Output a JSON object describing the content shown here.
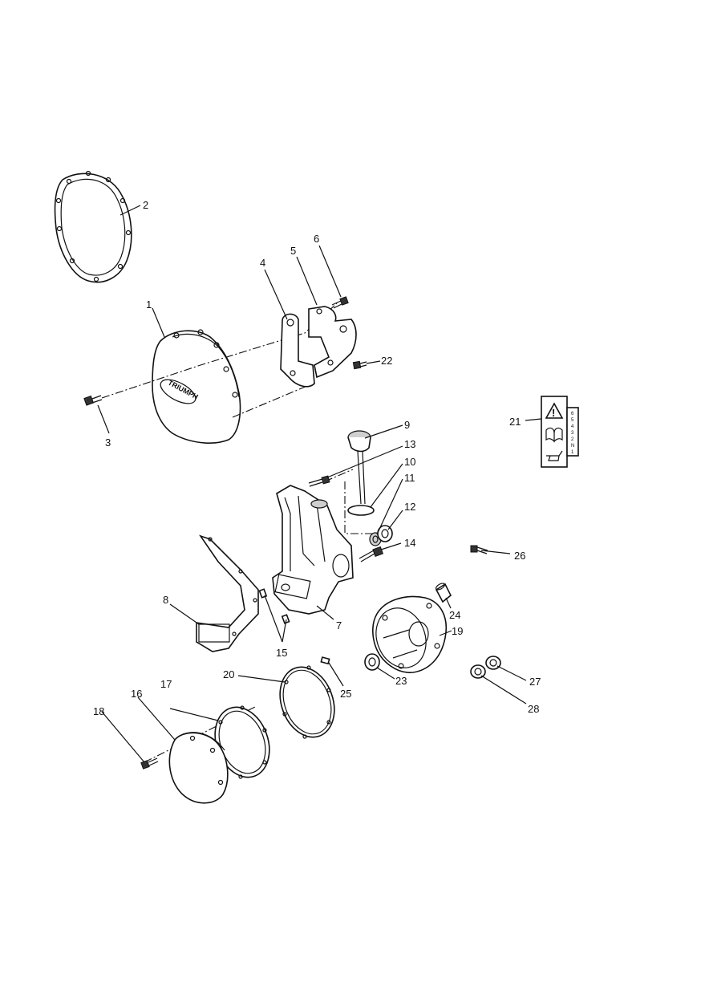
{
  "diagram": {
    "callouts": [
      "1",
      "2",
      "3",
      "4",
      "5",
      "6",
      "7",
      "8",
      "9",
      "10",
      "11",
      "12",
      "13",
      "14",
      "15",
      "16",
      "17",
      "18",
      "19",
      "20",
      "21",
      "22",
      "23",
      "24",
      "25",
      "26",
      "27",
      "28"
    ],
    "cover_logo": "TRIUMPH",
    "label_21": {
      "warning_symbol": "!",
      "gears": [
        "6",
        "5",
        "4",
        "3",
        "2",
        "N",
        "1"
      ]
    }
  }
}
